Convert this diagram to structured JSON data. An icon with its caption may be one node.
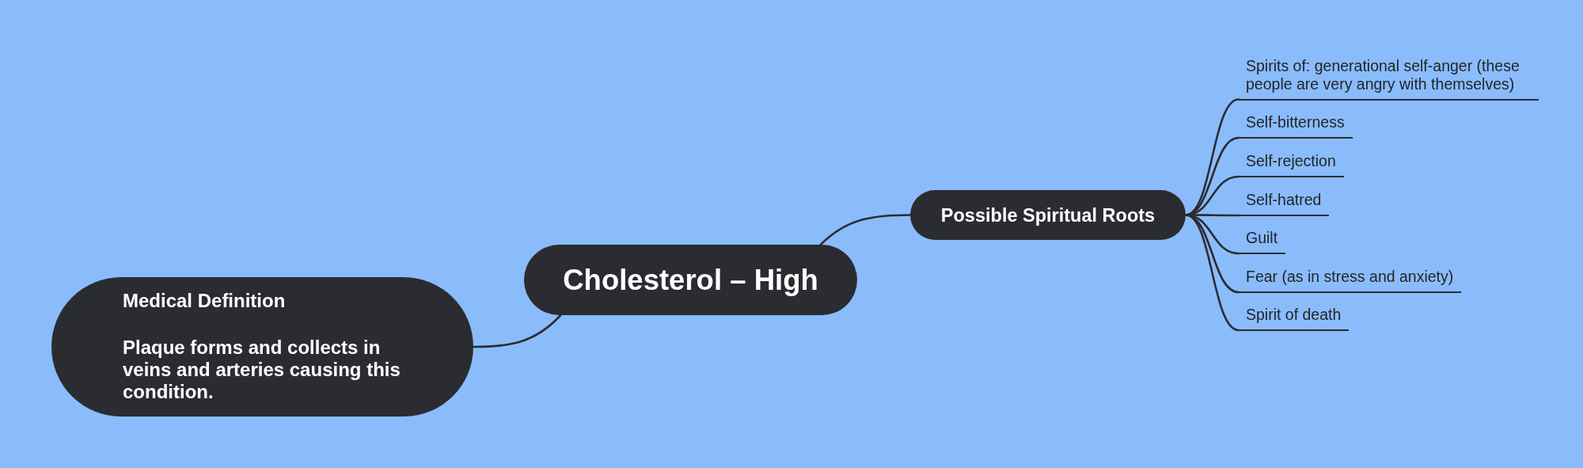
{
  "diagram": {
    "nodes": [
      {
        "text": [
          "Cholesterol – High"
        ]
      },
      {
        "text": [
          "Medical Definition",
          "Plaque forms and collects in veins and arteries causing this condition."
        ]
      },
      {
        "text": [
          "Possible Spiritual Roots"
        ]
      },
      {
        "text": [
          "Spirits of: generational self-anger (these people are very angry with themselves)"
        ]
      },
      {
        "text": [
          "Self-bitterness"
        ]
      },
      {
        "text": [
          "Self-rejection"
        ]
      },
      {
        "text": [
          "Self-hatred"
        ]
      },
      {
        "text": [
          "Guilt"
        ]
      },
      {
        "text": [
          "Fear (as in stress and anxiety)"
        ]
      },
      {
        "text": [
          "Spirit of death"
        ]
      }
    ],
    "edges": [
      {
        "from": 0,
        "to": 1,
        "arrow": "none"
      },
      {
        "from": 0,
        "to": 2,
        "arrow": "none"
      },
      {
        "from": 2,
        "to": 3,
        "arrow": "none"
      },
      {
        "from": 2,
        "to": 4,
        "arrow": "none"
      },
      {
        "from": 2,
        "to": 5,
        "arrow": "none"
      },
      {
        "from": 2,
        "to": 6,
        "arrow": "none"
      },
      {
        "from": 2,
        "to": 7,
        "arrow": "none"
      },
      {
        "from": 2,
        "to": 8,
        "arrow": "none"
      },
      {
        "from": 2,
        "to": 9,
        "arrow": "none"
      }
    ]
  }
}
